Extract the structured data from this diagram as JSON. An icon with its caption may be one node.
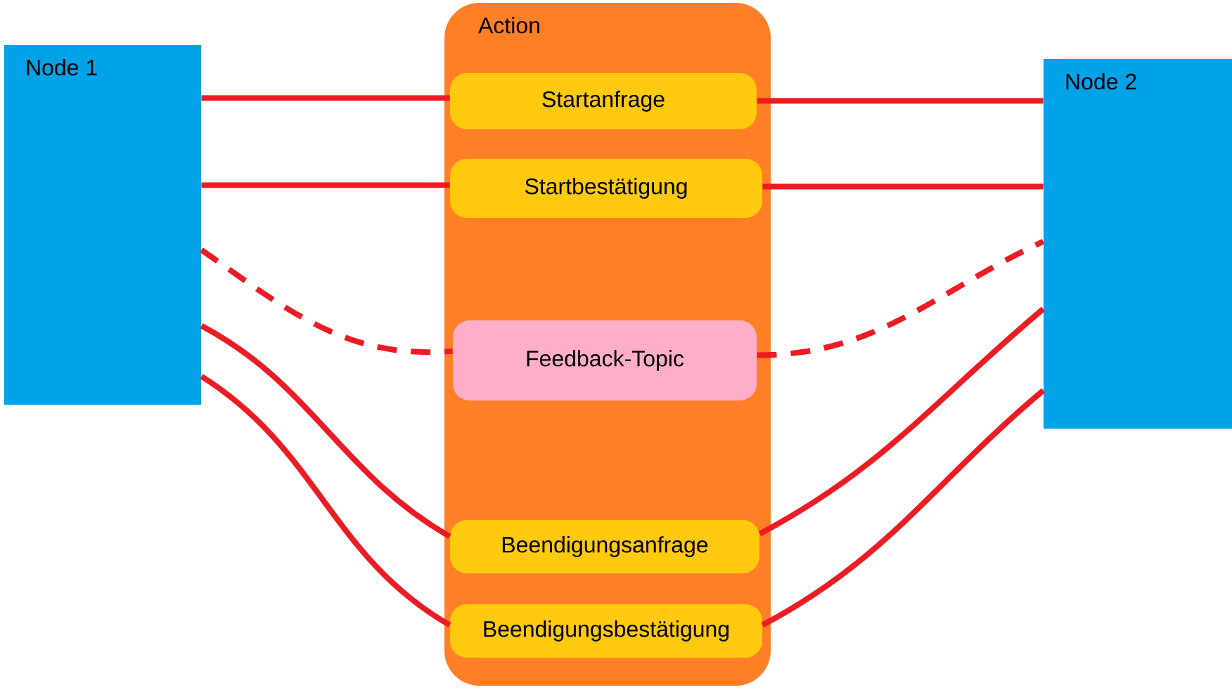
{
  "diagram": {
    "nodes": [
      {
        "text": [
          "Node 1"
        ]
      },
      {
        "text": [
          "Action"
        ]
      },
      {
        "text": [
          "Startanfrage"
        ],
        "in": 1
      },
      {
        "text": [
          "Startbestätigung"
        ],
        "in": 1
      },
      {
        "text": [
          "Feedback-Topic"
        ],
        "in": 1
      },
      {
        "text": [
          "Beendigungsanfrage"
        ],
        "in": 1
      },
      {
        "text": [
          "Beendigungsbestätigung"
        ],
        "in": 1
      },
      {
        "text": [
          "Node 2"
        ]
      }
    ],
    "edges": [
      {
        "from": 0,
        "to": 2,
        "arrow": "none"
      },
      {
        "from": 0,
        "to": 3,
        "arrow": "none"
      },
      {
        "from": 0,
        "to": 4,
        "arrow": "none",
        "style": "dashed"
      },
      {
        "from": 0,
        "to": 5,
        "arrow": "none"
      },
      {
        "from": 0,
        "to": 6,
        "arrow": "none"
      },
      {
        "from": 2,
        "to": 7,
        "arrow": "none"
      },
      {
        "from": 3,
        "to": 7,
        "arrow": "none"
      },
      {
        "from": 4,
        "to": 7,
        "arrow": "none",
        "style": "dashed"
      },
      {
        "from": 5,
        "to": 7,
        "arrow": "none"
      },
      {
        "from": 6,
        "to": 7,
        "arrow": "none"
      }
    ]
  }
}
